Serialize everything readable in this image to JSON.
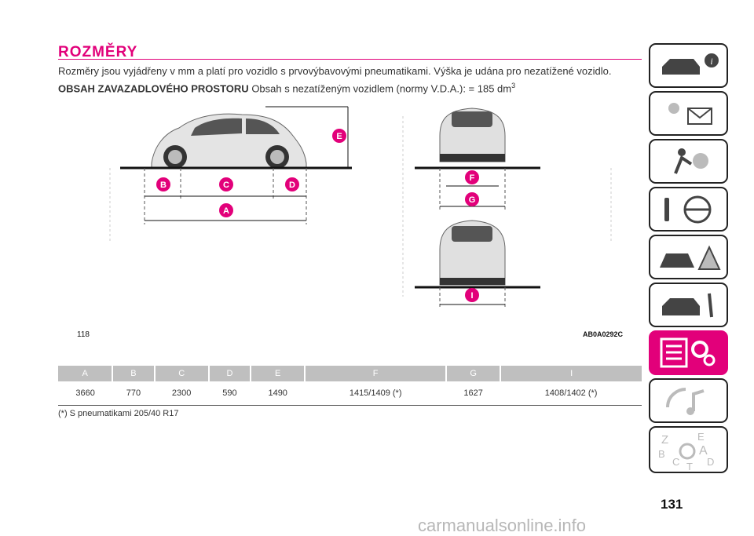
{
  "page": {
    "title": "ROZMĚRY",
    "intro": "Rozměry jsou vyjádřeny v mm a platí pro vozidlo s prvovýbavovými pneumatikami. Výška je udána pro nezatížené vozidlo.",
    "cargo_label": "OBSAH ZAVAZADLOVÉHO PROSTORU",
    "cargo_text": "Obsah s nezatíženým vozidlem (normy V.D.A.): = 185 dm",
    "cargo_unit_sup": "3",
    "page_number": "131",
    "watermark": "carmanualsonline.info"
  },
  "figure": {
    "number": "118",
    "code": "AB0A0292C",
    "markers": [
      "A",
      "B",
      "C",
      "D",
      "E",
      "F",
      "G",
      "I"
    ]
  },
  "table": {
    "headers": [
      "A",
      "B",
      "C",
      "D",
      "E",
      "F",
      "G",
      "I"
    ],
    "values": [
      "3660",
      "770",
      "2300",
      "590",
      "1490",
      "1415/1409 (*)",
      "1627",
      "1408/1402 (*)"
    ],
    "footnote": "(*) S pneumatikami 205/40 R17"
  },
  "sidebar": {
    "tabs": [
      {
        "name": "dashboard-info-icon",
        "active": false
      },
      {
        "name": "lights-warning-icon",
        "active": false
      },
      {
        "name": "safety-airbag-icon",
        "active": false
      },
      {
        "name": "starting-driving-icon",
        "active": false
      },
      {
        "name": "emergency-icon",
        "active": false
      },
      {
        "name": "maintenance-icon",
        "active": false
      },
      {
        "name": "technical-data-icon",
        "active": true
      },
      {
        "name": "multimedia-icon",
        "active": false
      },
      {
        "name": "index-icon",
        "active": false
      }
    ],
    "index_letters": [
      "Z",
      "E",
      "B",
      "A",
      "C",
      "D",
      "T"
    ]
  },
  "colors": {
    "accent": "#e2007a",
    "table_header": "#bfbfbf"
  }
}
